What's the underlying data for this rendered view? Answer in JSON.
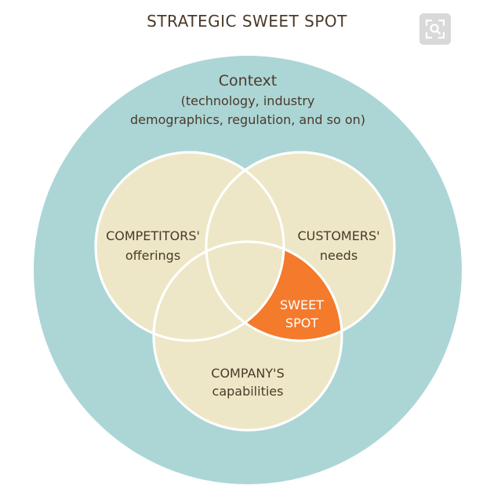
{
  "title": "STRATEGIC SWEET SPOT",
  "context": {
    "title": "Context",
    "line1": "(technology, industry",
    "line2": "demographics, regulation, and so on)"
  },
  "competitors": {
    "line1": "COMPETITORS'",
    "line2": "offerings"
  },
  "customers": {
    "line1": "CUSTOMERS'",
    "line2": "needs"
  },
  "company": {
    "line1": "COMPANY'S",
    "line2": "capabilities"
  },
  "sweet_spot": {
    "line1": "SWEET",
    "line2": "SPOT"
  },
  "zoom_button": {
    "icon": "zoom-icon"
  },
  "colors": {
    "context_fill": "#acd5d6",
    "circle_fill": "#ede7c7",
    "circle_stroke": "#ffffff",
    "sweet_fill": "#f47a2c",
    "text_dark": "#4a3a28",
    "text_light": "#ffffff",
    "button_bg": "#d9d9d9"
  }
}
